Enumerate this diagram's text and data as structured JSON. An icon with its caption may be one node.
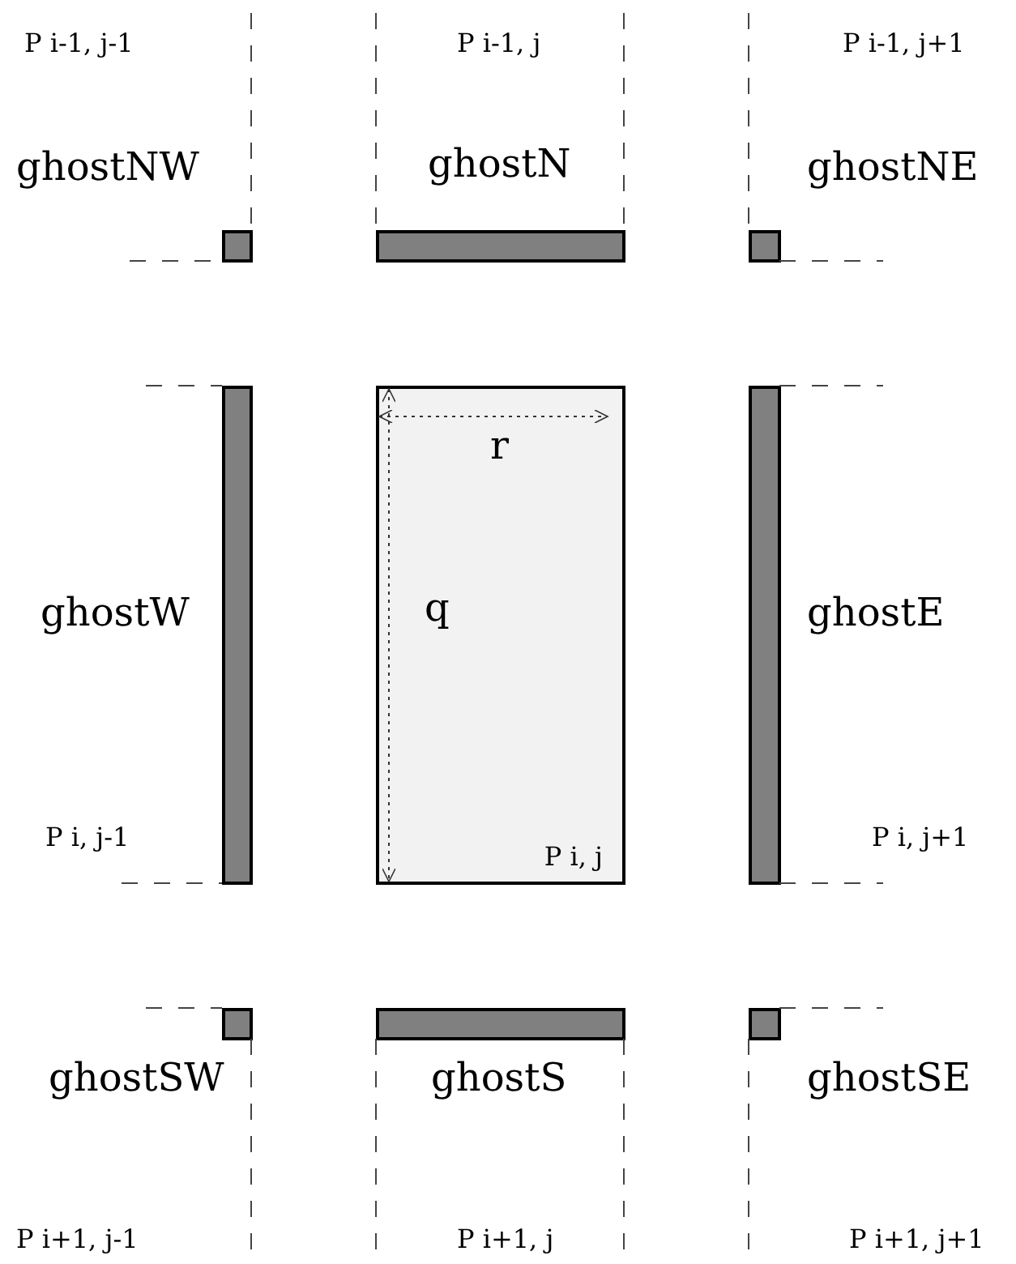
{
  "diagram": {
    "nodes": [
      {
        "text": [],
        "shape": "bar",
        "beside": [
          "ghostNW"
        ]
      },
      {
        "text": [],
        "shape": "bar",
        "beside": [
          "ghostN"
        ]
      },
      {
        "text": [],
        "shape": "bar",
        "beside": [
          "ghostNE"
        ]
      },
      {
        "text": [],
        "shape": "bar",
        "beside": [
          "ghostW"
        ]
      },
      {
        "text": [
          "P i, j"
        ]
      },
      {
        "text": [],
        "shape": "bar",
        "beside": [
          "ghostE"
        ]
      },
      {
        "text": [],
        "shape": "bar",
        "beside": [
          "ghostSW"
        ]
      },
      {
        "text": [],
        "shape": "bar",
        "beside": [
          "ghostS"
        ]
      },
      {
        "text": [],
        "shape": "bar",
        "beside": [
          "ghostSE"
        ]
      }
    ],
    "labels": [
      "P i-1, j-1",
      "P i-1, j",
      "P i-1, j+1",
      "r",
      "q",
      "P i, j-1",
      "P i, j+1",
      "P i+1, j-1",
      "P i+1, j",
      "P i+1, j+1"
    ]
  }
}
